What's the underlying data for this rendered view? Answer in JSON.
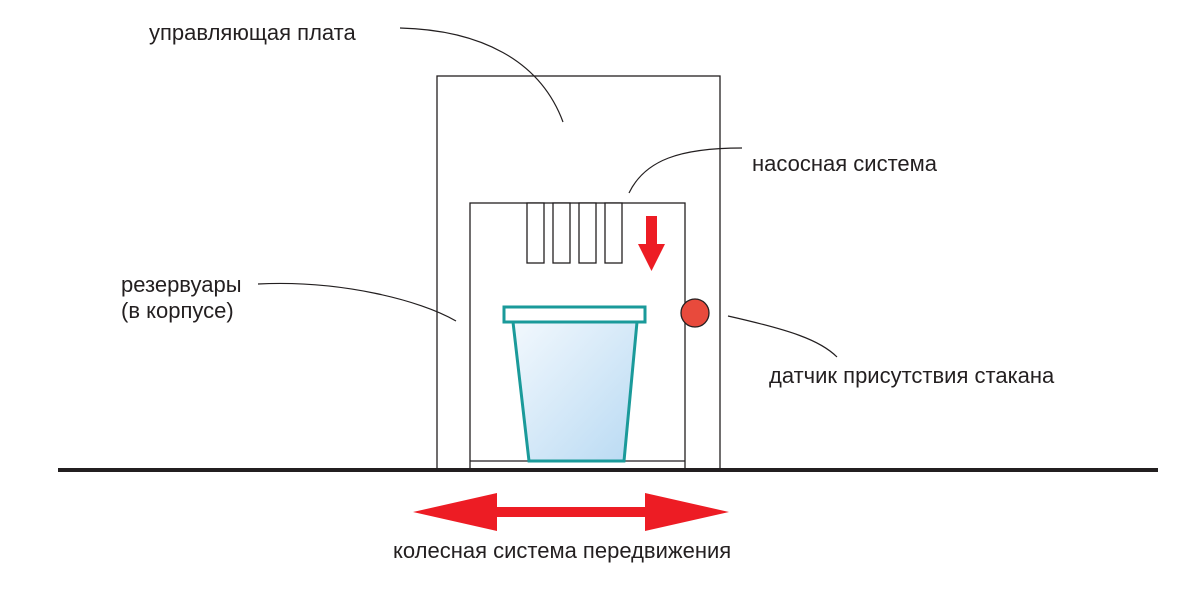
{
  "labels": {
    "control_board": "управляющая плата",
    "pump_system": "насосная система",
    "reservoirs_line1": "резервуары",
    "reservoirs_line2": "(в корпусе)",
    "cup_sensor": "датчик присутствия стакана",
    "wheel_system": "колесная система передвижения"
  },
  "colors": {
    "outline": "#231f20",
    "arrow": "#ed1c24",
    "sensor": "#e84a3c",
    "cup_rim": "#1a9a9a",
    "cup_fill_top": "#eaf4fc",
    "cup_fill_bottom": "#bcdcf4"
  },
  "pump_tube_count": 4
}
